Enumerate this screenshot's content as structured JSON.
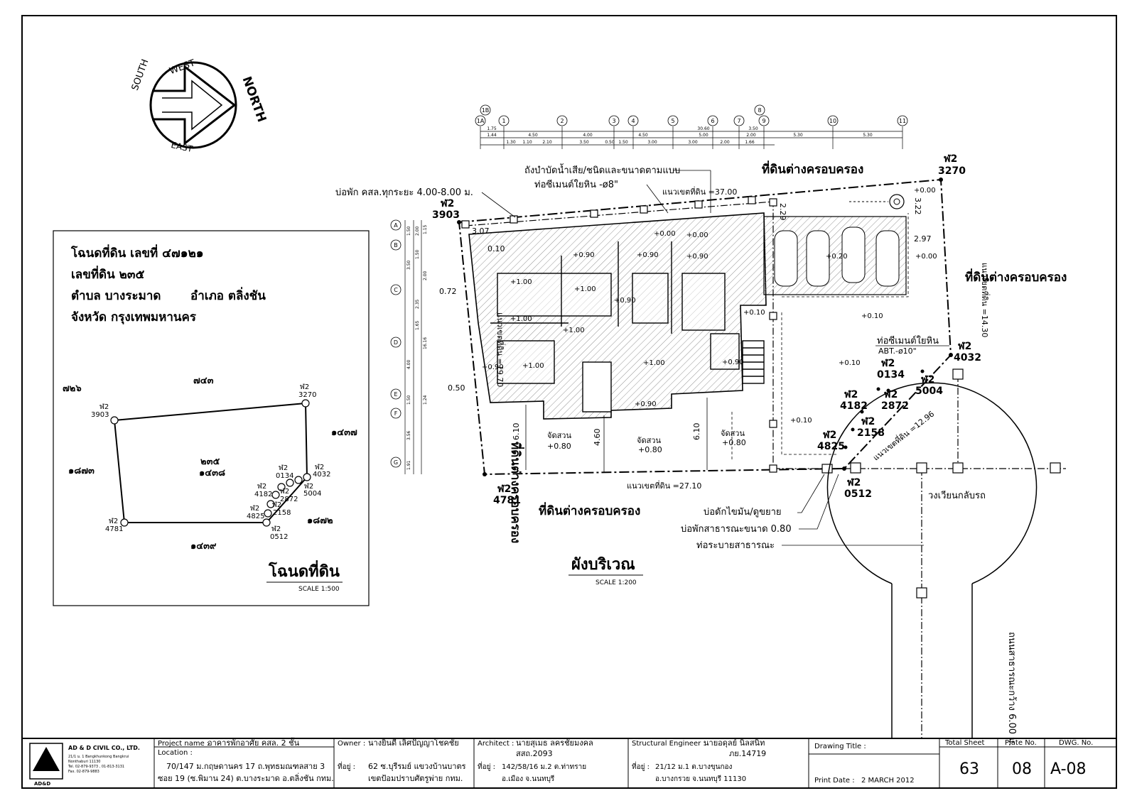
{
  "compass": {
    "north": "NORTH",
    "south": "SOUTH",
    "east": "EAST",
    "west": "WEST"
  },
  "deed_panel": {
    "line1": "โฉนดที่ดิน เลขที่ ๔๗๑๒๑",
    "line2": "เลขที่ดิน ๒๓๕",
    "line3a": "ตำบล บางระมาด",
    "line3b": "อำเภอ ตลิ่งชัน",
    "line4": "จังหวัด กรุงเทพมหานคร",
    "title": "โฉนดที่ดิน",
    "scale": "SCALE 1:500",
    "parcels": {
      "n": "๗๔๓",
      "nw": "๗๒๖",
      "e": "๑๔๓๗",
      "w": "๑๘๗๓",
      "se": "๑๘๗๒",
      "s": "๑๔๓๙",
      "center1": "๒๓๕",
      "center2": "๑๔๓๘"
    },
    "pins": {
      "p3903": "3903",
      "p3270": "3270",
      "p4032": "4032",
      "p5004": "5004",
      "p0134": "0134",
      "p2872": "2872",
      "p4182": "4182",
      "p2158": "2158",
      "p4825": "4825",
      "p0512": "0512",
      "p4781": "4781",
      "w2": "ฬ2"
    }
  },
  "site_plan": {
    "title": "ผังบริเวณ",
    "scale": "SCALE 1:200",
    "grid_cols": [
      "1A",
      "1B",
      "1",
      "2",
      "3",
      "4",
      "5",
      "6",
      "7",
      "8",
      "9",
      "10",
      "11"
    ],
    "grid_rows": [
      "A",
      "B",
      "C",
      "D",
      "E",
      "F",
      "G"
    ],
    "dims_top1": [
      "1.75",
      "30.60",
      "3.50"
    ],
    "dims_top2": [
      "1.44",
      "4.50",
      "4.00",
      "4.50",
      "5.00",
      "2.00",
      "5.30",
      "5.30"
    ],
    "dims_top3": [
      "1.30",
      "1.10",
      "2.10",
      "3.50",
      "0.50",
      "1.50",
      "3.00",
      "3.00",
      "2.00",
      "1.66"
    ],
    "dims_left": [
      "1.50",
      "2.00",
      "1.15",
      "3.50",
      "1.50",
      "2.00",
      "2.35",
      "1.65",
      "4.00",
      "1.24",
      "1.50",
      "3.56",
      "1.91",
      "16.16"
    ],
    "notes": {
      "septic": "ถังบำบัดน้ำเสีย/ชนิดและขนาดตามแบบ",
      "cement_pipe1": "ท่อซีเมนต์ใยหิน  -ø8\"",
      "manhole": "บ่อพัก คสล.ทุกระยะ 4.00-8.00 ม.",
      "boundary_n": "แนวเขตที่ดิน =37.00",
      "boundary_e": "แนวเขตที่ดิน =14.30",
      "boundary_w": "แนวเขตที่ดิน =19.70",
      "boundary_s": "แนวเขตที่ดิน =27.10",
      "boundary_curve": "แนวเขตที่ดิน =12.96",
      "cement_pipe2": "ท่อซีเมนต์ใยหิน",
      "abt": "ABT.-ø10\"",
      "grease": "บ่อดักไขมัน/ดูขยาย",
      "public_manhole": "บ่อพักสาธารณะขนาด 0.80",
      "public_drain": "ท่อระบายสาธารณะ",
      "turning_circle": "วงเวียนกลับรถ",
      "road": "ถนนสาธารณะกว้าง 6.00 ม.",
      "neighbor_n": "ที่ดินต่างครอบครอง",
      "neighbor_e": "ที่ดินต่างครอบครอง",
      "neighbor_s": "ที่ดินต่างครอบครอง",
      "neighbor_w": "ที่ดินต่างครอบครอง",
      "garden1": "จัดสวน",
      "garden2": "จัดสวน",
      "garden3": "จัดสวน"
    },
    "levels": {
      "l000a": "+0.00",
      "l000b": "+0.00",
      "l000c": "+0.00",
      "l000d": "+0.00",
      "l090a": "+0.90",
      "l090b": "+0.90",
      "l090c": "+0.90",
      "l090d": "+0.90",
      "l090e": "+0.90",
      "l090f": "+0.90",
      "l090g": "+0.90",
      "l100a": "+1.00",
      "l100b": "+1.00",
      "l100c": "+1.00",
      "l100d": "+1.00",
      "l100e": "+1.00",
      "l100f": "+1.00",
      "l010a": "+0.10",
      "l010b": "+0.10",
      "l010c": "+0.10",
      "l010d": "+0.10",
      "l020": "+0.20",
      "l080a": "+0.80",
      "l080b": "+0.80",
      "l080c": "+0.80"
    },
    "offsets": {
      "d307": "3.07",
      "d229": "2.29",
      "d297": "2.97",
      "d072": "0.72",
      "d050": "0.50",
      "d010": "0.10",
      "d610a": "6.10",
      "d460": "4.60",
      "d610b": "6.10",
      "d322": "3.22"
    },
    "pins": {
      "w2": "ฬ2",
      "p3270": "3270",
      "p3903": "3903",
      "p4032": "4032",
      "p0134": "0134",
      "p5004": "5004",
      "p4182": "4182",
      "p2872": "2872",
      "p2158": "2158",
      "p4825": "4825",
      "p0512": "0512",
      "p4781": "4781"
    }
  },
  "title_block": {
    "company": "AD & D CIVIL CO., LTD.",
    "company_addr1": "21/1 ม. 1 Bangkhunkong Bangkrui",
    "company_addr2": "Nonthaburi 11130",
    "company_tel1": "Tel. 02-879-9373 , 01-813-3131",
    "company_tel2": "Fax. 02-879-9883",
    "logo_text": "AD&D",
    "project_label": "Project name :",
    "project_value": "อาคารพักอาศัย คสล. 2 ชั้น",
    "location_label": "Location :",
    "location_line1": "70/147 ม.กฤษดานคร 17 ถ.พุทธมณฑลสาย 3",
    "location_line2": "ซอย 19 (ซ.พิมาน 24) ต.บางระมาด อ.ตลิ่งชัน กทม.",
    "owner_label": "Owner :",
    "owner_value": "นางยินดี เลิศปัญญาโชคชัย",
    "owner_addr_label": "ที่อยู่ :",
    "owner_addr1": "62 ซ.บุรีรมย์ แขวงบ้านบาตร",
    "owner_addr2": "เขตป้อมปราบศัตรูพ่าย กทม.",
    "architect_label": "Architect :",
    "architect_value": "นายสุเมธ ลครชัยมงคล",
    "architect_license": "สสถ.2093",
    "architect_addr_label": "ที่อยู่ :",
    "architect_addr1": "142/58/16 ม.2 ต.ท่าทราย",
    "architect_addr2": "อ.เมือง จ.นนทบุรี",
    "engineer_label": "Structural Engineer :",
    "engineer_value": "นายอดุลย์ นิลสนิท",
    "engineer_license": "ภย.14719",
    "engineer_addr_label": "ที่อยู่ :",
    "engineer_addr1": "21/12 ม.1 ต.บางขุนกอง",
    "engineer_addr2": "อ.บางกรวย จ.นนทบุรี 11130",
    "drawing_title_label": "Drawing Title :",
    "print_date_label": "Print Date :",
    "print_date_value": "2 MARCH 2012",
    "total_sheet_label": "Total Sheet",
    "total_sheet_value": "63",
    "plate_label": "Plate No.",
    "plate_value": "08",
    "dwg_label": "DWG. No.",
    "dwg_value": "A-08"
  }
}
